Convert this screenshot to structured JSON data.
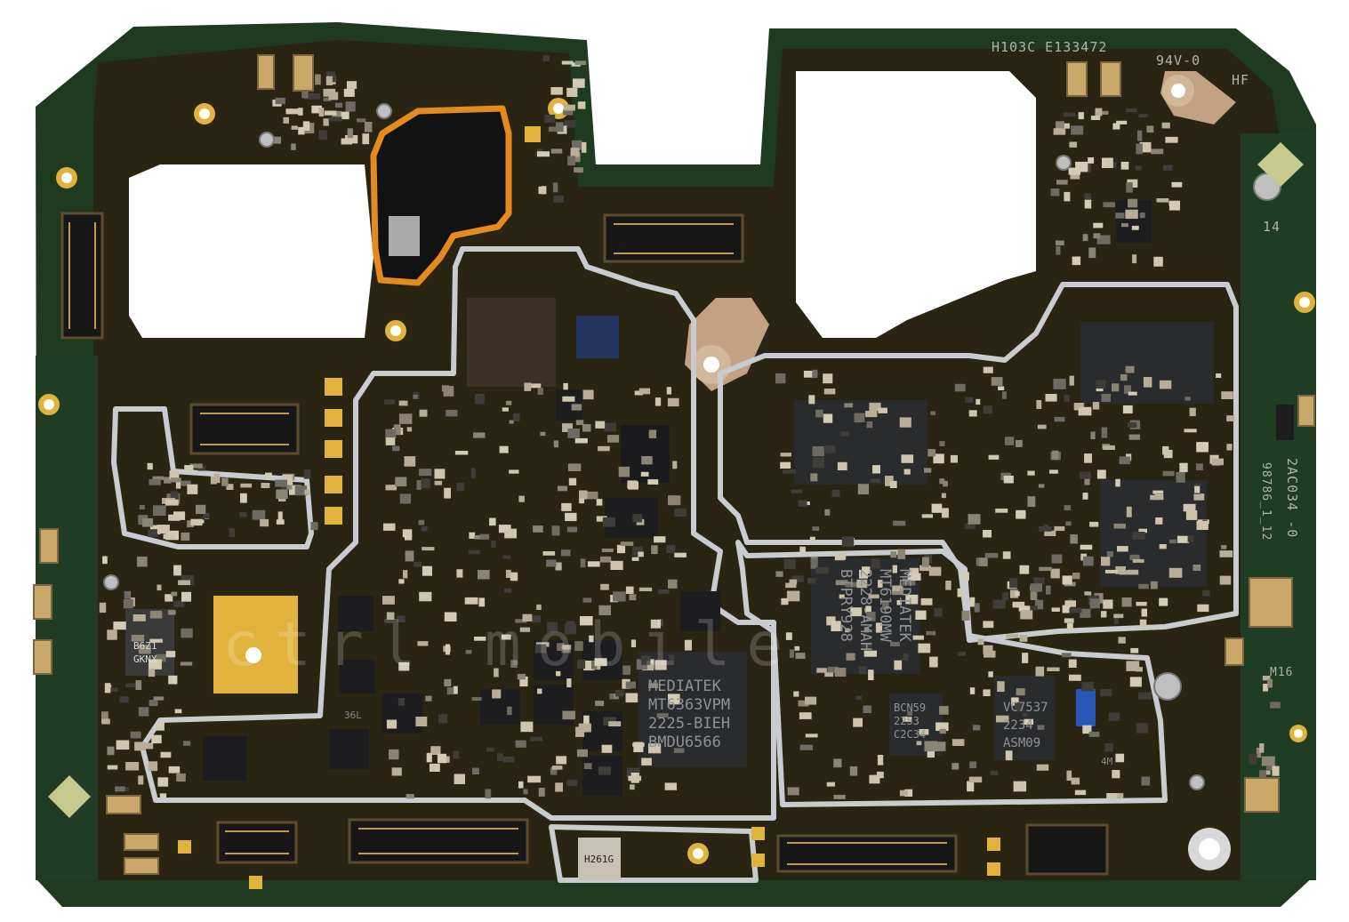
{
  "silkscreen": {
    "top_code": "H103C E133472",
    "rating": "94V-0",
    "hf": "HF",
    "num_14": "14",
    "m16": "M16",
    "side_a": "98786_1_12",
    "side_b": "2AC034 -0",
    "watermark": "ctrl mobile"
  },
  "chips": {
    "pmic": [
      "MEDIATEK",
      "MT6363VPM",
      "2225-BIEH",
      "BMDU6566"
    ],
    "rf": [
      "MEDIATEK",
      "MT6190MW",
      "2228-AMAH",
      "BTPRY928"
    ],
    "vc": [
      "VC7537",
      "2234",
      "ASM09"
    ],
    "bcn": [
      "BCN59",
      "2253",
      "C2C34"
    ],
    "h261g": "H261G",
    "b6z1": [
      "B6Z1",
      "GKNX"
    ],
    "m4": "4M",
    "r36": "36L"
  },
  "colors": {
    "board_green": "#1e3a1f",
    "board_dark": "#2a2413",
    "shield_silver": "#c8ccd0",
    "gold": "#e2b33c",
    "orange_frame": "#e58a1e"
  }
}
